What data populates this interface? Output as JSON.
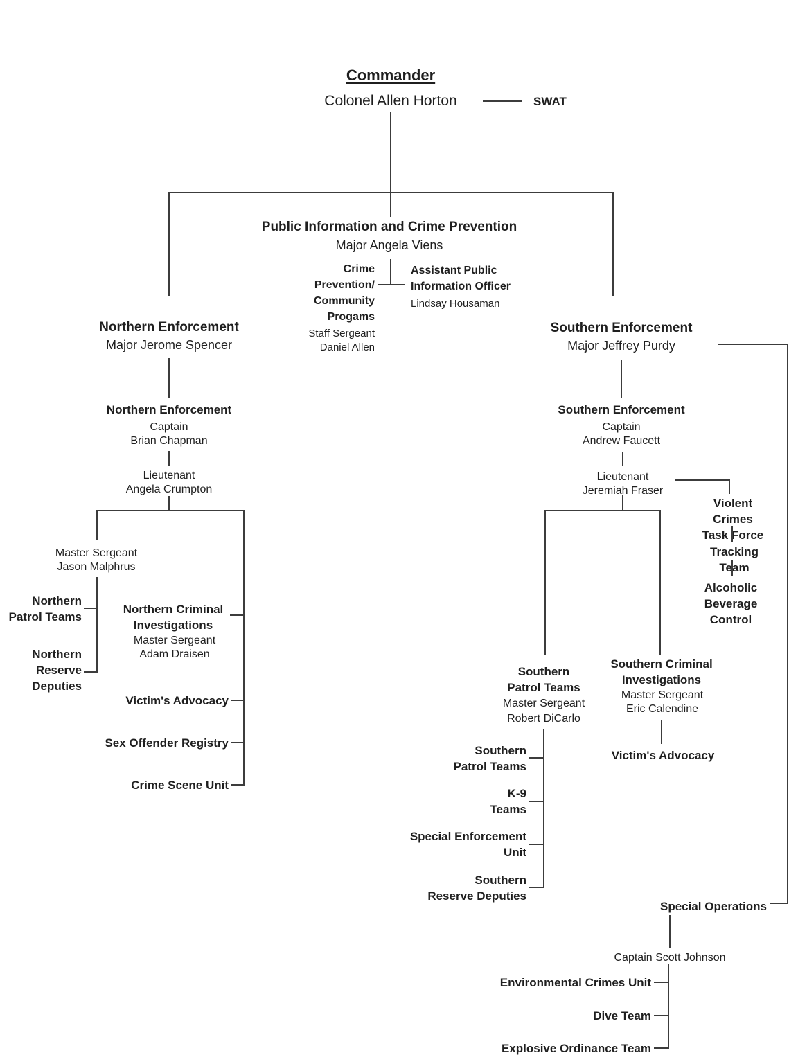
{
  "org": {
    "commander": {
      "title": "Commander",
      "name": "Colonel Allen Horton"
    },
    "swat_label": "SWAT",
    "public_information": {
      "title": "Public Information and Crime Prevention",
      "name": "Major Angela Viens",
      "crime_prevention_title": "Crime\nPrevention/\nCommunity\nProgams",
      "crime_prevention_name": "Staff Sergeant\nDaniel Allen",
      "assistant_pio_title": "Assistant Public\nInformation Officer",
      "assistant_pio_name": "Lindsay Housaman"
    },
    "northern": {
      "title": "Northern Enforcement",
      "major": "Major Jerome Spencer",
      "unit_title": "Northern Enforcement",
      "captain": "Captain\nBrian Chapman",
      "lieutenant": "Lieutenant\nAngela Crumpton",
      "master_sergeant": "Master Sergeant\nJason Malphrus",
      "patrol_teams": "Northern\nPatrol Teams",
      "reserve_deputies": "Northern\nReserve\nDeputies",
      "criminal_investigations_title": "Northern Criminal\nInvestigations",
      "criminal_investigations_name": "Master Sergeant\nAdam Draisen",
      "victims_advocacy": "Victim's Advocacy",
      "sex_offender_registry": "Sex Offender Registry",
      "crime_scene_unit": "Crime Scene Unit"
    },
    "southern": {
      "title": "Southern Enforcement",
      "major": "Major Jeffrey Purdy",
      "unit_title": "Southern Enforcement",
      "captain": "Captain\nAndrew Faucett",
      "lieutenant": "Lieutenant\nJeremiah Fraser",
      "violent_crimes_task_force": "Violent Crimes\nTask Force",
      "tracking_team": "Tracking Team",
      "alcoholic_beverage_control": "Alcoholic\nBeverage\nControl",
      "patrol_title": "Southern\nPatrol Teams",
      "patrol_name": "Master Sergeant\nRobert DiCarlo",
      "criminal_investigations_title": "Southern Criminal\nInvestigations",
      "criminal_investigations_name": "Master Sergeant\nEric Calendine",
      "victims_advocacy": "Victim's Advocacy",
      "patrol_teams": "Southern\nPatrol Teams",
      "k9_teams": "K-9\nTeams",
      "special_enforcement_unit": "Special Enforcement\nUnit",
      "reserve_deputies": "Southern\nReserve Deputies"
    },
    "special_operations": {
      "title": "Special Operations",
      "captain": "Captain Scott Johnson",
      "environmental_crimes_unit": "Environmental Crimes Unit",
      "dive_team": "Dive Team",
      "explosive_ordinance_team": "Explosive Ordinance Team"
    }
  }
}
